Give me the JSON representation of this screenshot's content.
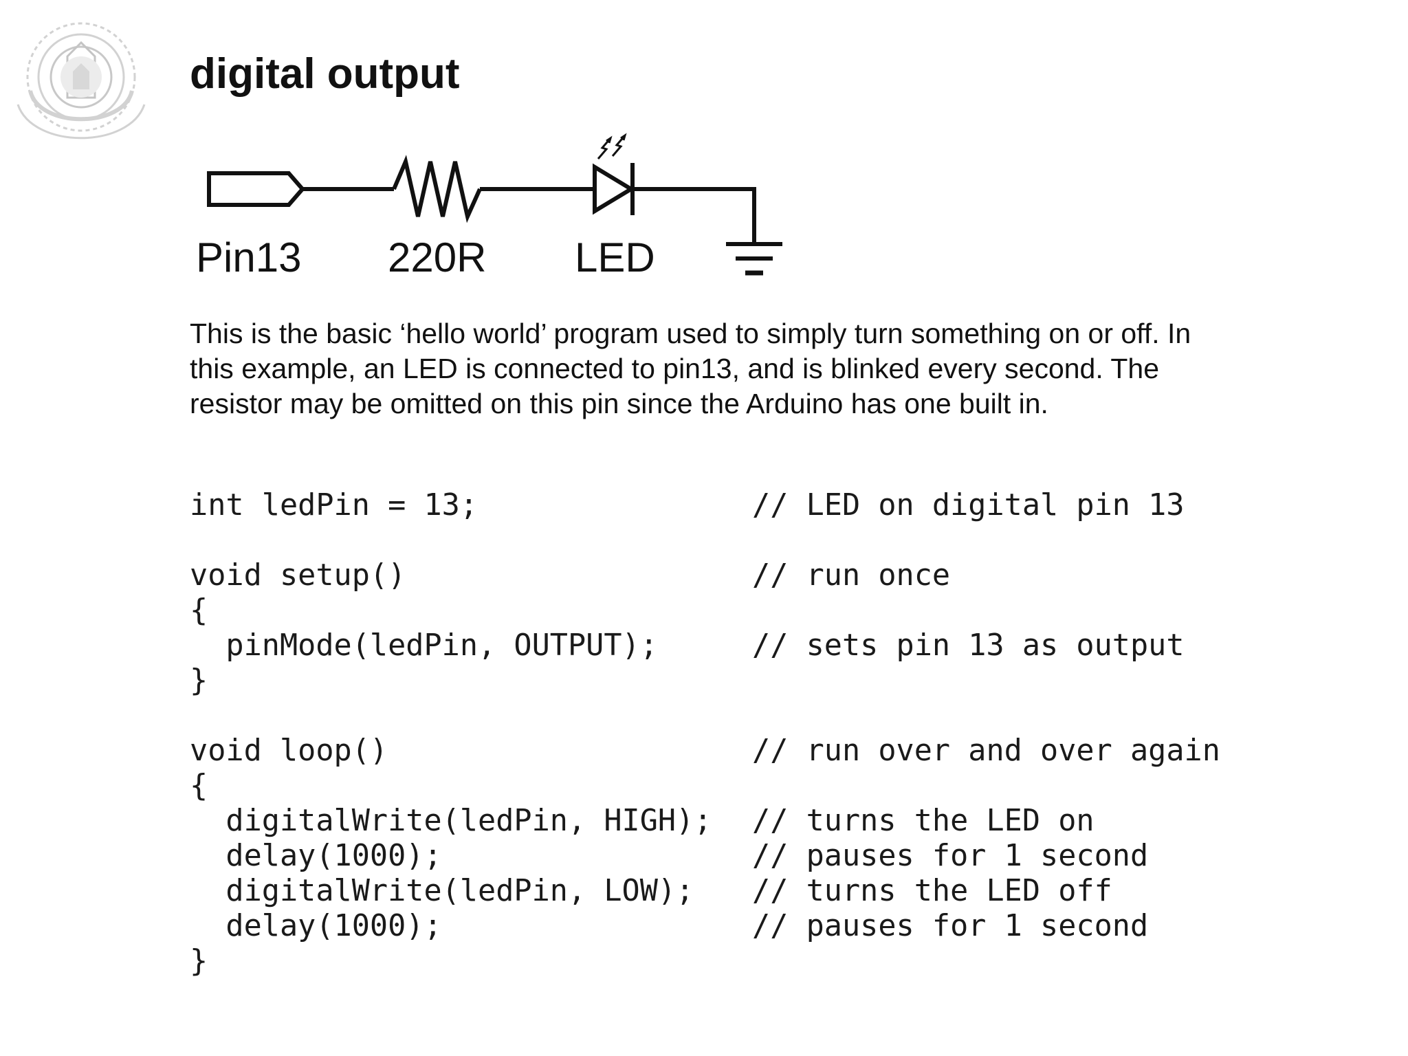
{
  "slide": {
    "title": "digital output",
    "schematic": {
      "labels": {
        "pin": "Pin13",
        "resistor": "220R",
        "led": "LED"
      }
    },
    "description": [
      "This is the basic ‘hello world’ program used to simply turn something on or off. In",
      "this example, an LED is connected to pin13, and is blinked every second. The",
      "resistor may be omitted on this pin since the Arduino has one built in."
    ],
    "code": [
      {
        "text": "int ledPin = 13;",
        "comment": "// LED on digital pin 13"
      },
      {
        "text": "",
        "comment": ""
      },
      {
        "text": "void setup()",
        "comment": "// run once"
      },
      {
        "text": "{",
        "comment": ""
      },
      {
        "text": "  pinMode(ledPin, OUTPUT);",
        "comment": "// sets pin 13 as output"
      },
      {
        "text": "}",
        "comment": ""
      },
      {
        "text": "",
        "comment": ""
      },
      {
        "text": "void loop()",
        "comment": "// run over and over again"
      },
      {
        "text": "{",
        "comment": ""
      },
      {
        "text": "  digitalWrite(ledPin, HIGH);",
        "comment": "// turns the LED on"
      },
      {
        "text": "  delay(1000);",
        "comment": "// pauses for 1 second"
      },
      {
        "text": "  digitalWrite(ledPin, LOW);",
        "comment": "// turns the LED off"
      },
      {
        "text": "  delay(1000);",
        "comment": "// pauses for 1 second"
      },
      {
        "text": "}",
        "comment": ""
      }
    ]
  }
}
